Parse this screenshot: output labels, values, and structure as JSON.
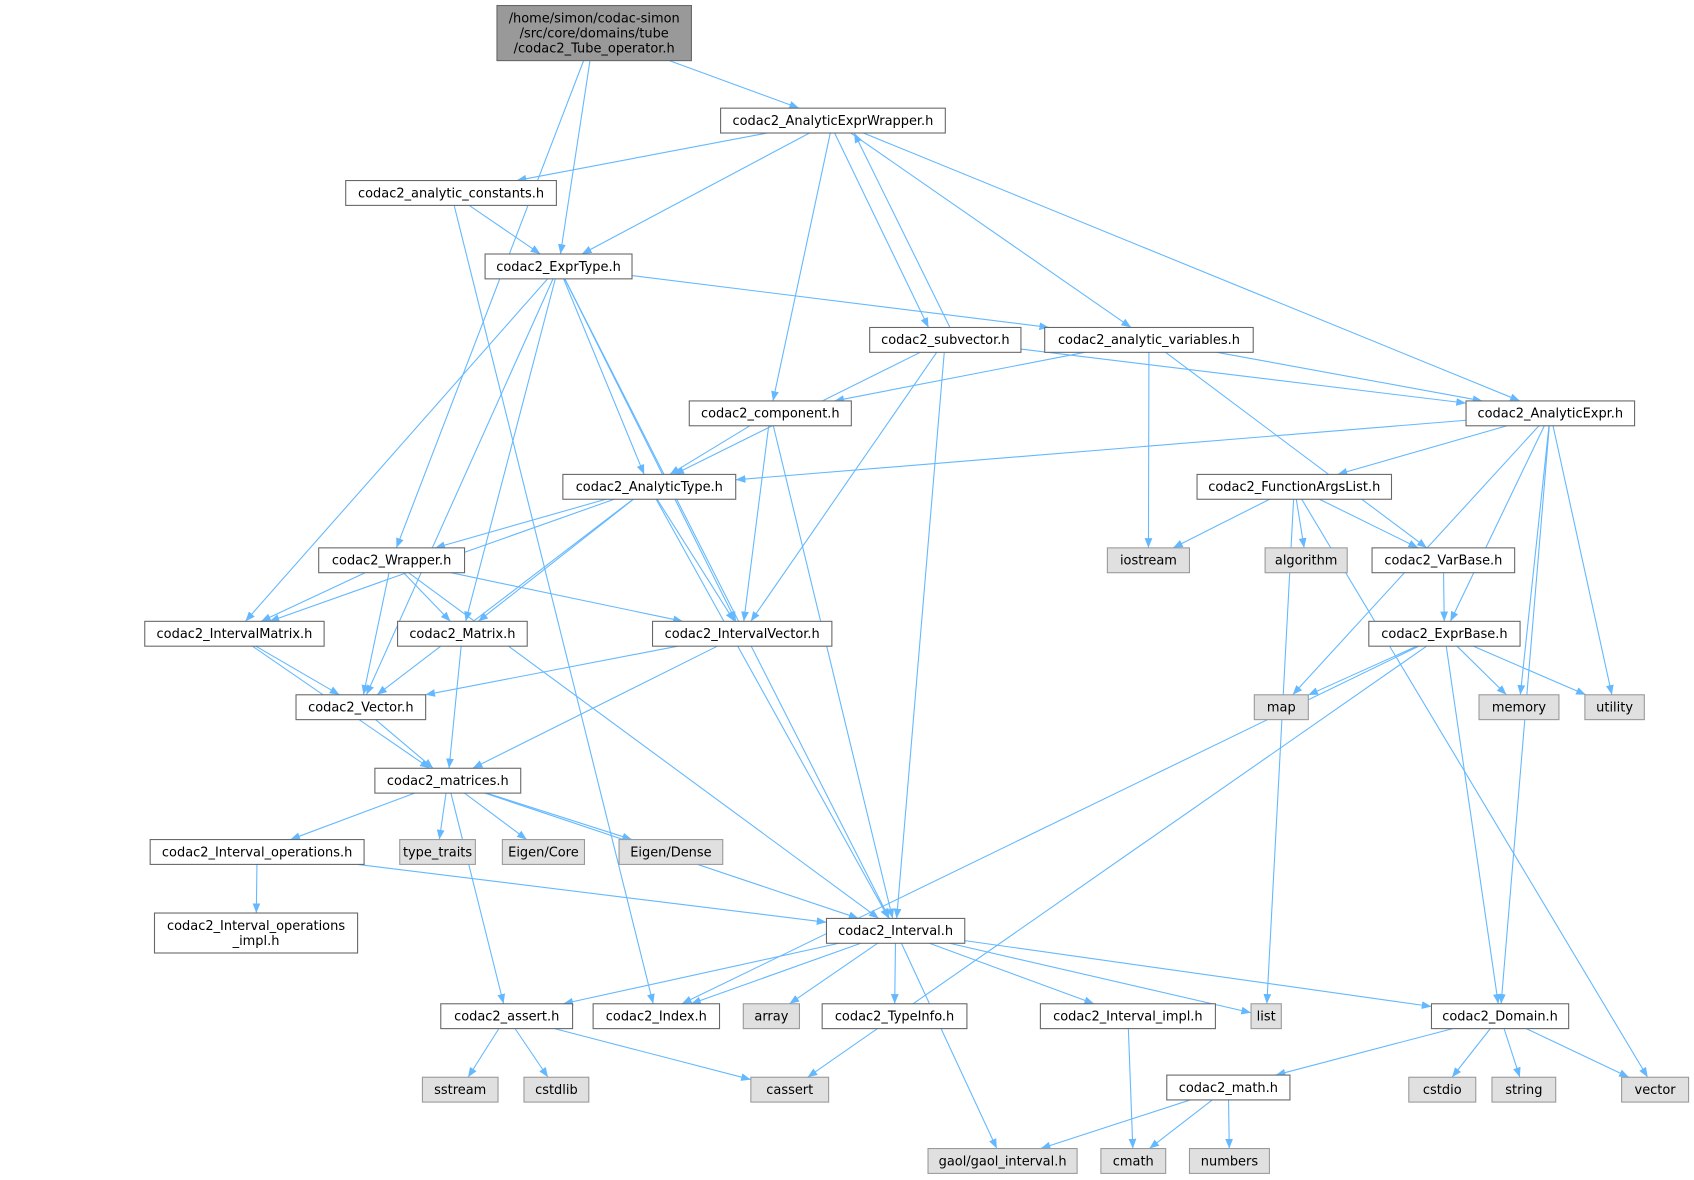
{
  "graph": {
    "colors": {
      "edge": "#63b8ff",
      "root_fill": "#999999",
      "file_fill": "#ffffff",
      "system_fill": "#e0e0e0",
      "border": "#666666",
      "system_border": "#999999"
    },
    "nodes": [
      {
        "id": "root",
        "label": "/home/simon/codac-simon\n/src/core/domains/tube\n/codac2_Tube_operator.h",
        "kind": "root"
      },
      {
        "id": "aew",
        "label": "codac2_AnalyticExprWrapper.h",
        "kind": "file"
      },
      {
        "id": "constants",
        "label": "codac2_analytic_constants.h",
        "kind": "file"
      },
      {
        "id": "exprtype",
        "label": "codac2_ExprType.h",
        "kind": "file"
      },
      {
        "id": "subvector",
        "label": "codac2_subvector.h",
        "kind": "file"
      },
      {
        "id": "avars",
        "label": "codac2_analytic_variables.h",
        "kind": "file"
      },
      {
        "id": "component",
        "label": "codac2_component.h",
        "kind": "file"
      },
      {
        "id": "aexpr",
        "label": "codac2_AnalyticExpr.h",
        "kind": "file"
      },
      {
        "id": "atype",
        "label": "codac2_AnalyticType.h",
        "kind": "file"
      },
      {
        "id": "fargs",
        "label": "codac2_FunctionArgsList.h",
        "kind": "file"
      },
      {
        "id": "wrapper",
        "label": "codac2_Wrapper.h",
        "kind": "file"
      },
      {
        "id": "iostream",
        "label": "iostream",
        "kind": "system"
      },
      {
        "id": "algorithm",
        "label": "algorithm",
        "kind": "system"
      },
      {
        "id": "varbase",
        "label": "codac2_VarBase.h",
        "kind": "file"
      },
      {
        "id": "imatrix",
        "label": "codac2_IntervalMatrix.h",
        "kind": "file"
      },
      {
        "id": "matrix",
        "label": "codac2_Matrix.h",
        "kind": "file"
      },
      {
        "id": "ivector",
        "label": "codac2_IntervalVector.h",
        "kind": "file"
      },
      {
        "id": "exprbase",
        "label": "codac2_ExprBase.h",
        "kind": "file"
      },
      {
        "id": "vector_h",
        "label": "codac2_Vector.h",
        "kind": "file"
      },
      {
        "id": "map",
        "label": "map",
        "kind": "system"
      },
      {
        "id": "memory",
        "label": "memory",
        "kind": "system"
      },
      {
        "id": "utility",
        "label": "utility",
        "kind": "system"
      },
      {
        "id": "matrices",
        "label": "codac2_matrices.h",
        "kind": "file"
      },
      {
        "id": "iops",
        "label": "codac2_Interval_operations.h",
        "kind": "file"
      },
      {
        "id": "type_traits",
        "label": "type_traits",
        "kind": "system"
      },
      {
        "id": "eigencore",
        "label": "Eigen/Core",
        "kind": "system"
      },
      {
        "id": "eigendense",
        "label": "Eigen/Dense",
        "kind": "system"
      },
      {
        "id": "iopsimpl",
        "label": "codac2_Interval_operations\n_impl.h",
        "kind": "file"
      },
      {
        "id": "interval",
        "label": "codac2_Interval.h",
        "kind": "file"
      },
      {
        "id": "assert",
        "label": "codac2_assert.h",
        "kind": "file"
      },
      {
        "id": "index",
        "label": "codac2_Index.h",
        "kind": "file"
      },
      {
        "id": "array",
        "label": "array",
        "kind": "system"
      },
      {
        "id": "typeinfo",
        "label": "codac2_TypeInfo.h",
        "kind": "file"
      },
      {
        "id": "iimpl",
        "label": "codac2_Interval_impl.h",
        "kind": "file"
      },
      {
        "id": "list",
        "label": "list",
        "kind": "system"
      },
      {
        "id": "domain",
        "label": "codac2_Domain.h",
        "kind": "file"
      },
      {
        "id": "sstream",
        "label": "sstream",
        "kind": "system"
      },
      {
        "id": "cstdlib",
        "label": "cstdlib",
        "kind": "system"
      },
      {
        "id": "cassert",
        "label": "cassert",
        "kind": "system"
      },
      {
        "id": "math",
        "label": "codac2_math.h",
        "kind": "file"
      },
      {
        "id": "cstdio",
        "label": "cstdio",
        "kind": "system"
      },
      {
        "id": "string",
        "label": "string",
        "kind": "system"
      },
      {
        "id": "vector",
        "label": "vector",
        "kind": "system"
      },
      {
        "id": "gaol",
        "label": "gaol/gaol_interval.h",
        "kind": "system"
      },
      {
        "id": "cmath",
        "label": "cmath",
        "kind": "system"
      },
      {
        "id": "numbers",
        "label": "numbers",
        "kind": "system"
      }
    ],
    "edges": [
      [
        "root",
        "wrapper"
      ],
      [
        "root",
        "exprtype"
      ],
      [
        "root",
        "aew"
      ],
      [
        "aew",
        "constants"
      ],
      [
        "aew",
        "exprtype"
      ],
      [
        "aew",
        "component"
      ],
      [
        "aew",
        "subvector"
      ],
      [
        "aew",
        "avars"
      ],
      [
        "aew",
        "aexpr"
      ],
      [
        "subvector",
        "aew"
      ],
      [
        "constants",
        "exprtype"
      ],
      [
        "constants",
        "index"
      ],
      [
        "exprtype",
        "avars"
      ],
      [
        "exprtype",
        "atype"
      ],
      [
        "exprtype",
        "ivector"
      ],
      [
        "exprtype",
        "interval"
      ],
      [
        "exprtype",
        "vector_h"
      ],
      [
        "exprtype",
        "imatrix"
      ],
      [
        "exprtype",
        "matrix"
      ],
      [
        "subvector",
        "atype"
      ],
      [
        "subvector",
        "ivector"
      ],
      [
        "subvector",
        "interval"
      ],
      [
        "subvector",
        "aexpr"
      ],
      [
        "avars",
        "component"
      ],
      [
        "avars",
        "iostream"
      ],
      [
        "avars",
        "varbase"
      ],
      [
        "avars",
        "aexpr"
      ],
      [
        "component",
        "atype"
      ],
      [
        "component",
        "ivector"
      ],
      [
        "component",
        "interval"
      ],
      [
        "aexpr",
        "atype"
      ],
      [
        "aexpr",
        "fargs"
      ],
      [
        "aexpr",
        "map"
      ],
      [
        "aexpr",
        "exprbase"
      ],
      [
        "aexpr",
        "memory"
      ],
      [
        "aexpr",
        "utility"
      ],
      [
        "aexpr",
        "domain"
      ],
      [
        "fargs",
        "iostream"
      ],
      [
        "fargs",
        "algorithm"
      ],
      [
        "fargs",
        "varbase"
      ],
      [
        "fargs",
        "list"
      ],
      [
        "fargs",
        "vector"
      ],
      [
        "atype",
        "wrapper"
      ],
      [
        "atype",
        "imatrix"
      ],
      [
        "atype",
        "matrix"
      ],
      [
        "atype",
        "ivector"
      ],
      [
        "atype",
        "vector_h"
      ],
      [
        "atype",
        "interval"
      ],
      [
        "wrapper",
        "imatrix"
      ],
      [
        "wrapper",
        "matrix"
      ],
      [
        "wrapper",
        "ivector"
      ],
      [
        "wrapper",
        "vector_h"
      ],
      [
        "wrapper",
        "interval"
      ],
      [
        "varbase",
        "exprbase"
      ],
      [
        "imatrix",
        "vector_h"
      ],
      [
        "imatrix",
        "matrices"
      ],
      [
        "matrix",
        "matrices"
      ],
      [
        "ivector",
        "vector_h"
      ],
      [
        "ivector",
        "matrices"
      ],
      [
        "exprbase",
        "map"
      ],
      [
        "exprbase",
        "memory"
      ],
      [
        "exprbase",
        "utility"
      ],
      [
        "exprbase",
        "domain"
      ],
      [
        "exprbase",
        "index"
      ],
      [
        "exprbase",
        "cassert"
      ],
      [
        "vector_h",
        "matrices"
      ],
      [
        "matrices",
        "iops"
      ],
      [
        "matrices",
        "type_traits"
      ],
      [
        "matrices",
        "eigencore"
      ],
      [
        "matrices",
        "eigendense"
      ],
      [
        "matrices",
        "interval"
      ],
      [
        "matrices",
        "assert"
      ],
      [
        "iops",
        "iopsimpl"
      ],
      [
        "iops",
        "interval"
      ],
      [
        "interval",
        "assert"
      ],
      [
        "interval",
        "index"
      ],
      [
        "interval",
        "array"
      ],
      [
        "interval",
        "typeinfo"
      ],
      [
        "interval",
        "iimpl"
      ],
      [
        "interval",
        "list"
      ],
      [
        "interval",
        "domain"
      ],
      [
        "interval",
        "gaol"
      ],
      [
        "assert",
        "sstream"
      ],
      [
        "assert",
        "cstdlib"
      ],
      [
        "assert",
        "cassert"
      ],
      [
        "iimpl",
        "cmath"
      ],
      [
        "domain",
        "cstdio"
      ],
      [
        "domain",
        "string"
      ],
      [
        "domain",
        "vector"
      ],
      [
        "domain",
        "math"
      ],
      [
        "math",
        "gaol"
      ],
      [
        "math",
        "cmath"
      ],
      [
        "math",
        "numbers"
      ]
    ]
  }
}
